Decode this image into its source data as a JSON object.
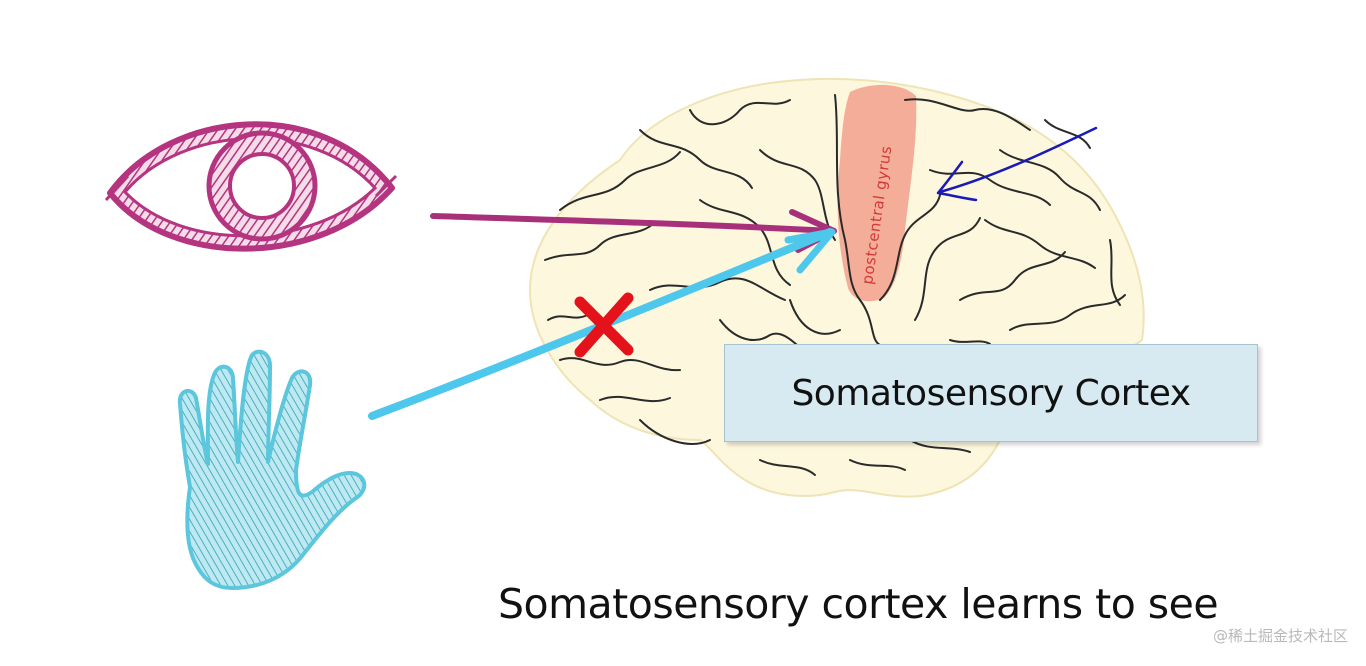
{
  "diagram": {
    "brain_region_label": "postcentral gyrus",
    "label_box_text": "Somatosensory Cortex",
    "caption": "Somatosensory cortex learns to see",
    "watermark": "@稀土掘金技术社区",
    "icons": {
      "eye": "eye-icon",
      "hand": "hand-icon",
      "brain": "brain-illustration",
      "blocked": "cross-icon"
    },
    "colors": {
      "eye": "#b4347f",
      "hand": "#5cc6dc",
      "vision_arrow": "#a8307a",
      "touch_arrow": "#4dc8ec",
      "pointer_arrow": "#1a1ab8",
      "cross": "#e4131b",
      "gyrus_highlight": "#f2a08c",
      "brain_fill": "#fcf7dd",
      "label_box": "#d7eaf2"
    }
  }
}
